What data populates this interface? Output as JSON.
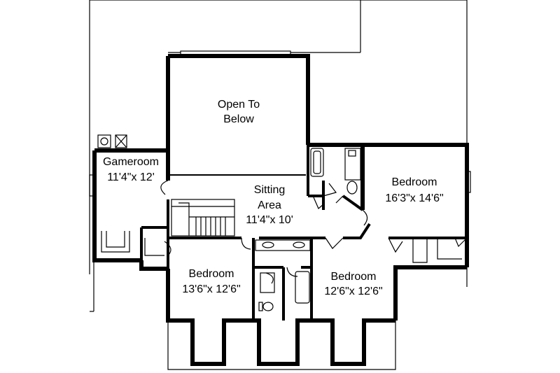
{
  "rooms": {
    "open_to_below": {
      "line1": "Open To",
      "line2": "Below"
    },
    "gameroom": {
      "name": "Gameroom",
      "size": "11'4\"x 12'"
    },
    "sitting_area": {
      "line1": "Sitting",
      "line2": "Area",
      "size": "11'4\"x 10'"
    },
    "bedroom_east": {
      "name": "Bedroom",
      "size": "16'3\"x 14'6\""
    },
    "bedroom_southwest": {
      "name": "Bedroom",
      "size": "13'6\"x 12'6\""
    },
    "bedroom_southeast": {
      "name": "Bedroom",
      "size": "12'6\"x 12'6\""
    }
  }
}
